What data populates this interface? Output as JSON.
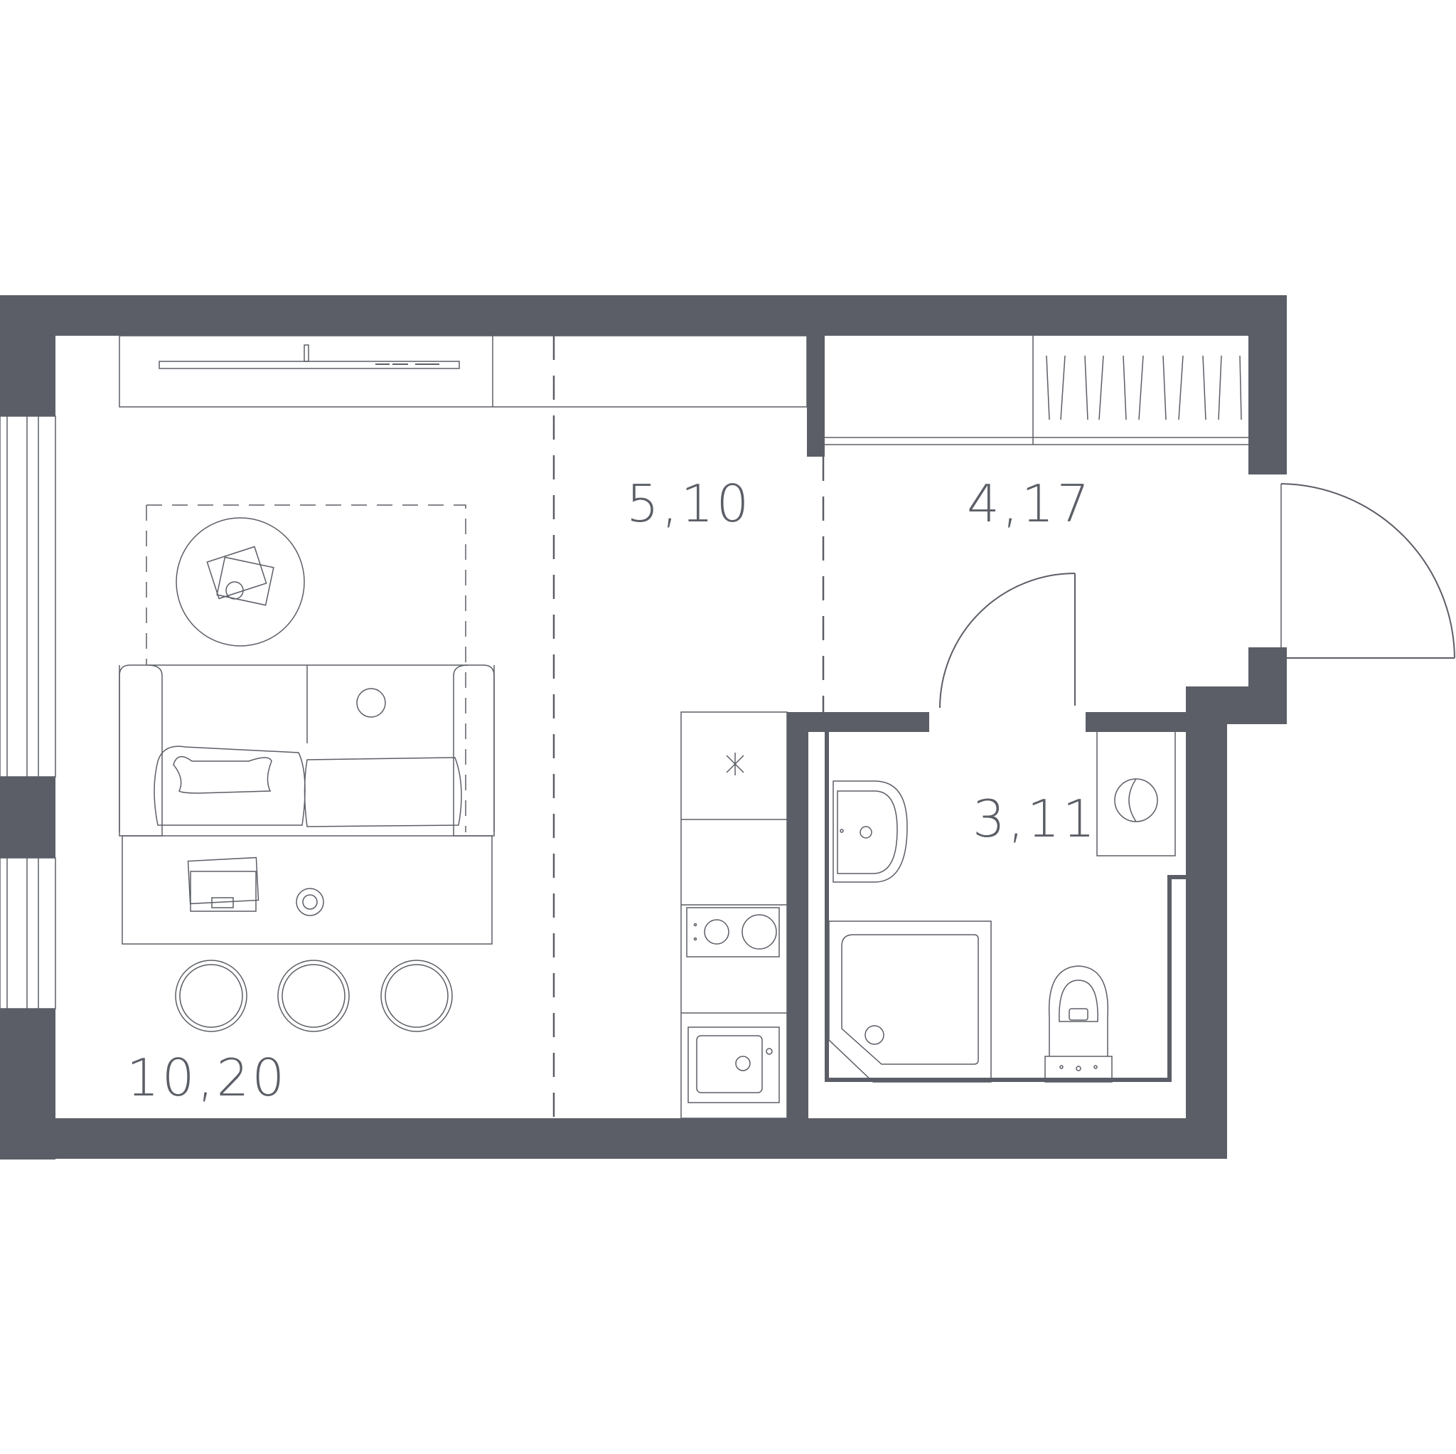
{
  "plan": {
    "wall_color": "#5b5e66",
    "rooms": [
      {
        "id": "living-room",
        "area": "10,20"
      },
      {
        "id": "kitchen-zone",
        "area": "5,10"
      },
      {
        "id": "hallway",
        "area": "4,17"
      },
      {
        "id": "bathroom",
        "area": "3,11"
      }
    ]
  }
}
